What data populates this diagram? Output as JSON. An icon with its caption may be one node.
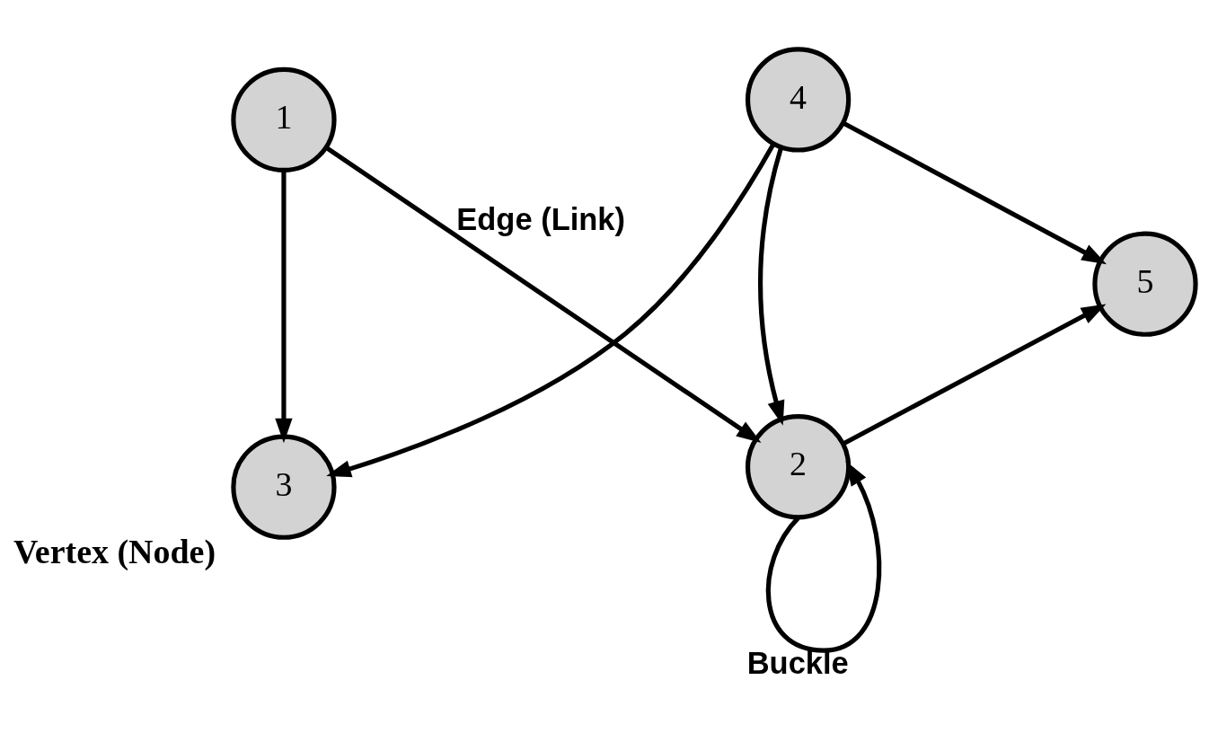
{
  "diagram": {
    "nodes": [
      {
        "text": [
          "1"
        ]
      },
      {
        "text": [
          "2"
        ]
      },
      {
        "text": [
          "3"
        ],
        "beside": [
          "Vertex (Node)"
        ]
      },
      {
        "text": [
          "4"
        ]
      },
      {
        "text": [
          "5"
        ]
      }
    ],
    "edges": [
      {
        "from": 0,
        "to": 1,
        "arrow": "to",
        "label": "Edge (Link)"
      },
      {
        "from": 1,
        "to": 1,
        "arrow": "to",
        "label": "Buckle"
      },
      {
        "from": 0,
        "to": 2,
        "arrow": "to"
      },
      {
        "from": 1,
        "to": 4,
        "arrow": "to"
      },
      {
        "from": 3,
        "to": 1,
        "arrow": "to"
      },
      {
        "from": 3,
        "to": 4,
        "arrow": "to"
      },
      {
        "from": 3,
        "to": 2,
        "arrow": "to"
      }
    ]
  }
}
